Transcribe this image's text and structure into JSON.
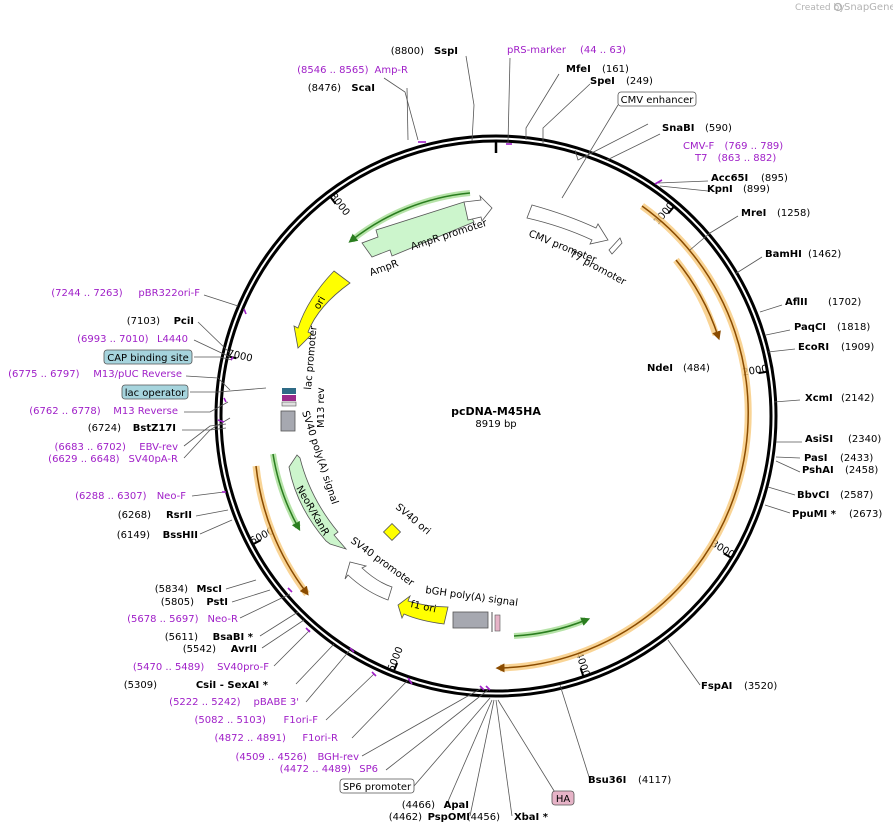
{
  "credit": {
    "prefix": "Created by",
    "brand": "SnapGene"
  },
  "plasmid": {
    "name": "pcDNA-M45HA",
    "size_label": "8919 bp",
    "length": 8919
  },
  "ticks": [
    {
      "label": "1000",
      "pos": 1000
    },
    {
      "label": "2000",
      "pos": 2000
    },
    {
      "label": "3000",
      "pos": 3000
    },
    {
      "label": "4000",
      "pos": 4000
    },
    {
      "label": "5000",
      "pos": 5000
    },
    {
      "label": "6000",
      "pos": 6000
    },
    {
      "label": "7000",
      "pos": 7000
    },
    {
      "label": "8000",
      "pos": 8000
    }
  ],
  "enzymes_right": [
    {
      "name": "MfeI",
      "pos_label": "(161)",
      "pos": 161
    },
    {
      "name": "SpeI",
      "pos_label": "(249)",
      "pos": 249
    },
    {
      "name": "NdeI",
      "pos_label": "(484)",
      "pos": 484
    },
    {
      "name": "SnaBI",
      "pos_label": "(590)",
      "pos": 590
    },
    {
      "name": "Acc65I",
      "pos_label": "(895)",
      "pos": 895
    },
    {
      "name": "KpnI",
      "pos_label": "(899)",
      "pos": 899
    },
    {
      "name": "MreI",
      "pos_label": "(1258)",
      "pos": 1258
    },
    {
      "name": "BamHI",
      "pos_label": "(1462)",
      "pos": 1462
    },
    {
      "name": "AflII",
      "pos_label": "(1702)",
      "pos": 1702
    },
    {
      "name": "PaqCI",
      "pos_label": "(1818)",
      "pos": 1818
    },
    {
      "name": "EcoRI",
      "pos_label": "(1909)",
      "pos": 1909
    },
    {
      "name": "XcmI",
      "pos_label": "(2142)",
      "pos": 2142
    },
    {
      "name": "AsiSI",
      "pos_label": "(2340)",
      "pos": 2340
    },
    {
      "name": "PasI",
      "pos_label": "(2433)",
      "pos": 2433
    },
    {
      "name": "PshAI",
      "pos_label": "(2458)",
      "pos": 2458
    },
    {
      "name": "BbvCI",
      "pos_label": "(2587)",
      "pos": 2587
    },
    {
      "name": "PpuMI *",
      "pos_label": "(2673)",
      "pos": 2673
    },
    {
      "name": "FspAI",
      "pos_label": "(3520)",
      "pos": 3520
    },
    {
      "name": "Bsu36I",
      "pos_label": "(4117)",
      "pos": 4117
    }
  ],
  "enzymes_left": [
    {
      "name": "SspI",
      "pos_label": "(8800)",
      "pos": 8800
    },
    {
      "name": "ScaI",
      "pos_label": "(8476)",
      "pos": 8476
    },
    {
      "name": "PciI",
      "pos_label": "(7103)",
      "pos": 7103
    },
    {
      "name": "BstZ17I",
      "pos_label": "(6724)",
      "pos": 6724
    },
    {
      "name": "RsrII",
      "pos_label": "(6268)",
      "pos": 6268
    },
    {
      "name": "BssHII",
      "pos_label": "(6149)",
      "pos": 6149
    },
    {
      "name": "MscI",
      "pos_label": "(5834)",
      "pos": 5834
    },
    {
      "name": "PstI",
      "pos_label": "(5805)",
      "pos": 5805
    },
    {
      "name": "BsaBI *",
      "pos_label": "(5611)",
      "pos": 5611
    },
    {
      "name": "AvrII",
      "pos_label": "(5542)",
      "pos": 5542
    },
    {
      "name": "CsiI  - SexAI *",
      "pos_label": "(5309)",
      "pos": 5309
    },
    {
      "name": "ApaI",
      "pos_label": "(4466)",
      "pos": 4466
    },
    {
      "name": "PspOMI",
      "pos_label": "(4462)",
      "pos": 4462
    },
    {
      "name": "XbaI *",
      "pos_label": "(4456)",
      "pos": 4456
    }
  ],
  "primers": [
    {
      "name": "pRS-marker",
      "range": "(44 .. 63)",
      "pos": 53
    },
    {
      "name": "Amp-R",
      "range": "(8546 .. 8565)",
      "pos": 8555
    },
    {
      "name": "CMV-F",
      "range": "(769 .. 789)",
      "pos": 779
    },
    {
      "name": "T7",
      "range": "(863 .. 882)",
      "pos": 872
    },
    {
      "name": "pBR322ori-F",
      "range": "(7244 .. 7263)",
      "pos": 7253
    },
    {
      "name": "L4440",
      "range": "(6993 .. 7010)",
      "pos": 7001
    },
    {
      "name": "M13/pUC Reverse",
      "range": "(6775 .. 6797)",
      "pos": 6786
    },
    {
      "name": "M13 Reverse",
      "range": "(6762 .. 6778)",
      "pos": 6770
    },
    {
      "name": "EBV-rev",
      "range": "(6683 .. 6702)",
      "pos": 6692
    },
    {
      "name": "SV40pA-R",
      "range": "(6629 .. 6648)",
      "pos": 6638
    },
    {
      "name": "Neo-F",
      "range": "(6288 .. 6307)",
      "pos": 6297
    },
    {
      "name": "Neo-R",
      "range": "(5678 .. 5697)",
      "pos": 5687
    },
    {
      "name": "SV40pro-F",
      "range": "(5470 .. 5489)",
      "pos": 5479
    },
    {
      "name": "pBABE 3'",
      "range": "(5222 .. 5242)",
      "pos": 5232
    },
    {
      "name": "F1ori-F",
      "range": "(5082 .. 5103)",
      "pos": 5092
    },
    {
      "name": "F1ori-R",
      "range": "(4872 .. 4891)",
      "pos": 4881
    },
    {
      "name": "BGH-rev",
      "range": "(4509 .. 4526)",
      "pos": 4517
    },
    {
      "name": "SP6",
      "range": "(4472 .. 4489)",
      "pos": 4480
    }
  ],
  "boxed_labels": [
    {
      "name": "CMV enhancer",
      "style": "white"
    },
    {
      "name": "CAP binding site",
      "style": "teal"
    },
    {
      "name": "lac operator",
      "style": "teal"
    },
    {
      "name": "SP6 promoter",
      "style": "white"
    },
    {
      "name": "HA",
      "style": "pink"
    }
  ],
  "features": [
    {
      "name": "AmpR",
      "kind": "resistance",
      "color": "#ccf5cc"
    },
    {
      "name": "AmpR promoter",
      "kind": "promoter",
      "color": "#ffffff"
    },
    {
      "name": "ori",
      "kind": "origin",
      "color": "#ffff00"
    },
    {
      "name": "CMV promoter",
      "kind": "promoter",
      "color": "#ffffff"
    },
    {
      "name": "T7 promoter",
      "kind": "promoter",
      "color": "#ffffff"
    },
    {
      "name": "lac promoter",
      "kind": "promoter",
      "color": "#ffffff"
    },
    {
      "name": "M13 rev",
      "kind": "primer_bind",
      "color": "#ffffff"
    },
    {
      "name": "SV40 poly(A) signal",
      "kind": "terminator",
      "color": "#a6a8b0"
    },
    {
      "name": "NeoR/KanR",
      "kind": "resistance",
      "color": "#ccf5cc"
    },
    {
      "name": "SV40 ori",
      "kind": "origin",
      "color": "#ffff00"
    },
    {
      "name": "SV40 promoter",
      "kind": "promoter",
      "color": "#ffffff"
    },
    {
      "name": "bGH poly(A) signal",
      "kind": "terminator",
      "color": "#a6a8b0"
    },
    {
      "name": "f1 ori",
      "kind": "origin",
      "color": "#ffff00"
    }
  ],
  "colors": {
    "backbone": "#000000",
    "primer": "#a020c8",
    "orf": "#f5a623",
    "green_orf": "#4caf50",
    "teal_box": "#a6d4dd",
    "pink_box": "#e6b3c7"
  }
}
